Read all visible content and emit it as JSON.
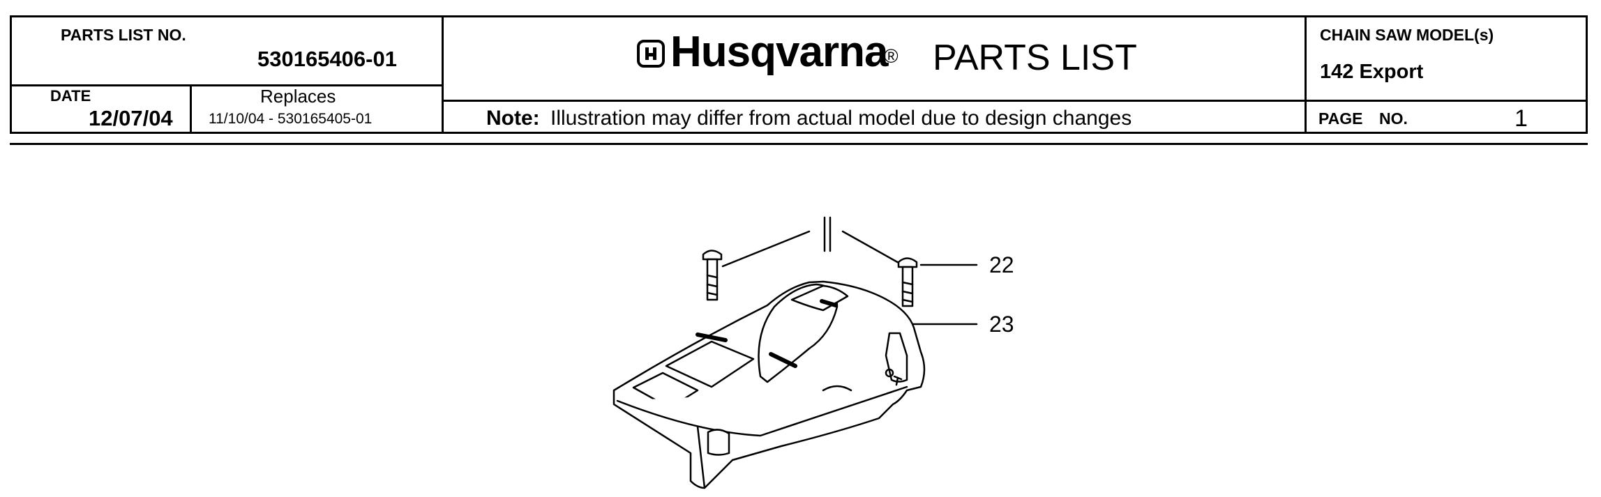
{
  "header": {
    "parts_list_no_label": "PARTS LIST NO.",
    "parts_list_no": "530165406-01",
    "date_label": "DATE",
    "date": "12/07/04",
    "replaces_label": "Replaces",
    "replaces_value": "11/10/04 - 530165405-01",
    "brand": "Husqvarna",
    "registered_mark": "®",
    "doc_title": "PARTS LIST",
    "note_label": "Note:",
    "note_text": "Illustration may differ from actual model due to design changes",
    "model_label": "CHAIN SAW MODEL(s)",
    "model": "142 Export",
    "page_label": "PAGE",
    "page_no_label": "NO.",
    "page_no": "1"
  },
  "diagram": {
    "callouts": [
      "22",
      "23"
    ]
  }
}
